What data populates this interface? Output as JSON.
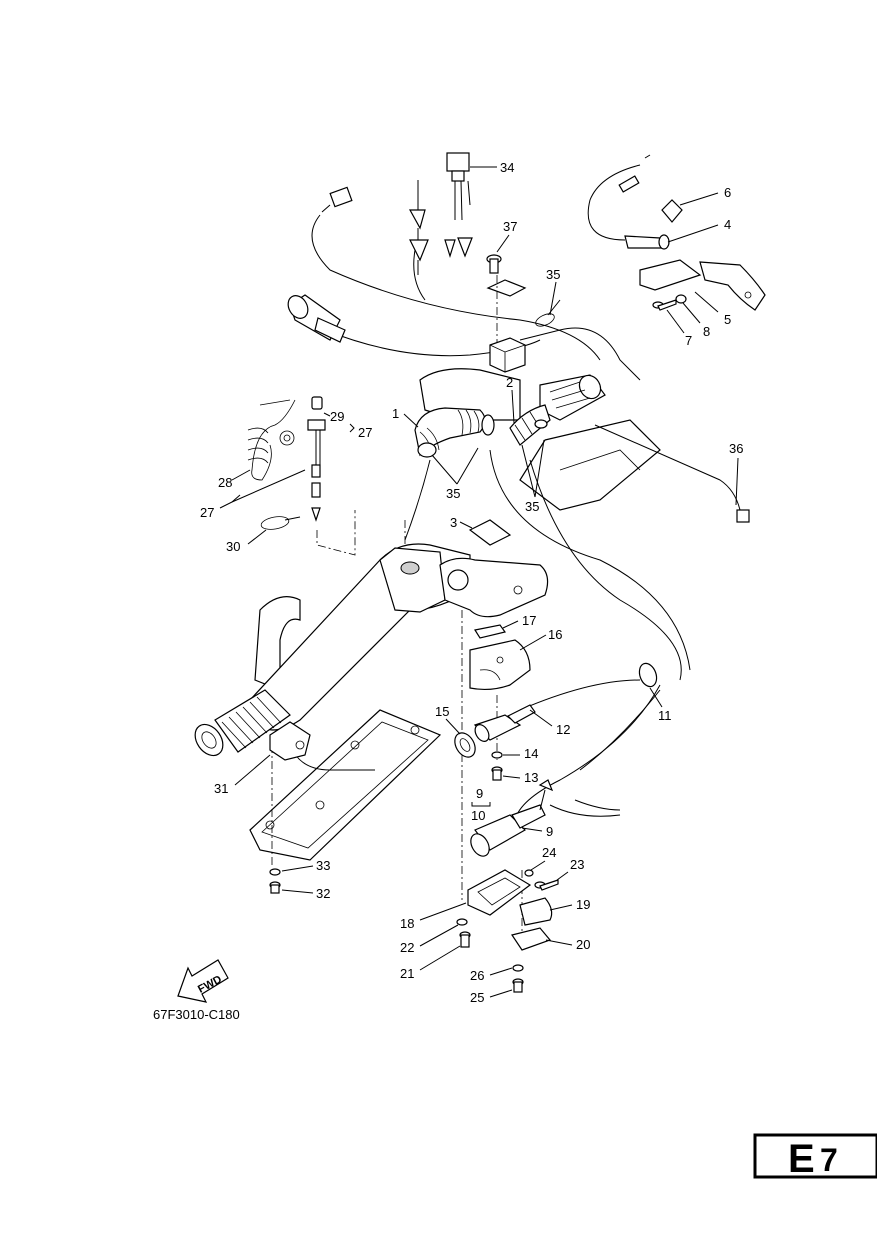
{
  "diagram": {
    "drawing_code": "67F3010-C180",
    "section_badge": {
      "letter": "E",
      "number": "7"
    },
    "fwd_label": "FWD",
    "callouts": [
      "1",
      "2",
      "3",
      "4",
      "5",
      "6",
      "7",
      "8",
      "9",
      "9",
      "10",
      "11",
      "12",
      "13",
      "14",
      "15",
      "16",
      "17",
      "18",
      "19",
      "20",
      "21",
      "22",
      "23",
      "24",
      "25",
      "26",
      "27",
      "27",
      "28",
      "29",
      "30",
      "31",
      "32",
      "33",
      "34",
      "35",
      "35",
      "35",
      "36",
      "37"
    ]
  }
}
